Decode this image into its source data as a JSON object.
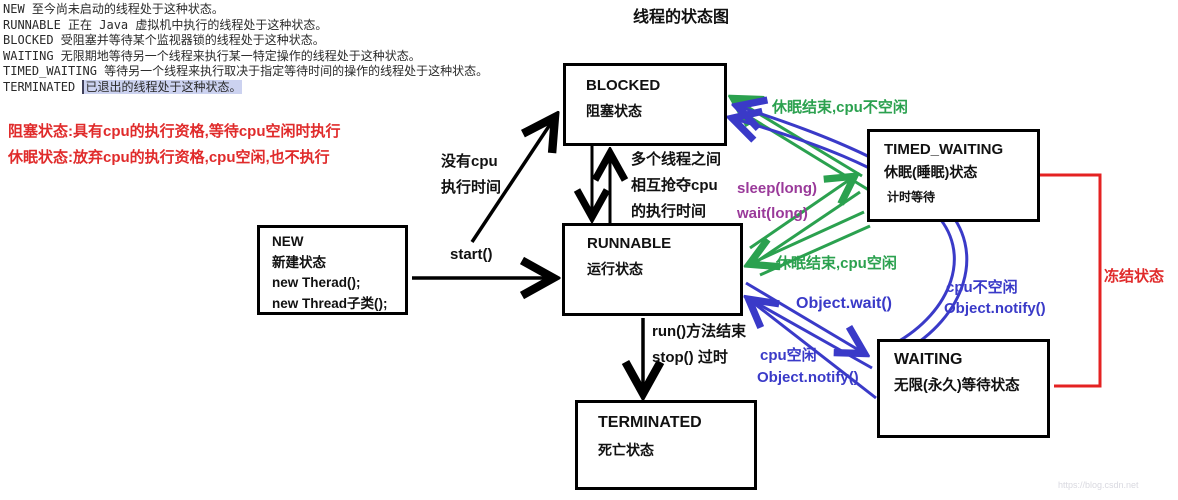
{
  "title": "线程的状态图",
  "legend": {
    "lines": [
      "NEW 至今尚未启动的线程处于这种状态。",
      "RUNNABLE 正在 Java 虚拟机中执行的线程处于这种状态。",
      "BLOCKED 受阻塞并等待某个监视器锁的线程处于这种状态。",
      "WAITING 无限期地等待另一个线程来执行某一特定操作的线程处于这种状态。",
      "TIMED_WAITING 等待另一个线程来执行取决于指定等待时间的操作的线程处于这种状态。"
    ],
    "terminated_term": "TERMINATED ",
    "terminated_highlight": "已退出的线程处于这种状态。"
  },
  "notes": {
    "blocked_note": "阻塞状态:具有cpu的执行资格,等待cpu空闲时执行",
    "sleep_note": "休眠状态:放弃cpu的执行资格,cpu空闲,也不执行"
  },
  "nodes": {
    "blocked": {
      "name": "BLOCKED",
      "label": "阻塞状态"
    },
    "timed_waiting": {
      "name": "TIMED_WAITING",
      "label": "休眠(睡眠)状态",
      "sub": "计时等待"
    },
    "new": {
      "name": "NEW",
      "label": "新建状态",
      "code1": "new Therad();",
      "code2": "new Thread子类();"
    },
    "runnable": {
      "name": "RUNNABLE",
      "label": "运行状态"
    },
    "waiting": {
      "name": "WAITING",
      "label": "无限(永久)等待状态"
    },
    "terminated": {
      "name": "TERMINATED",
      "label": "死亡状态"
    }
  },
  "edge_labels": {
    "start": "start()",
    "no_cpu_line1": "没有cpu",
    "no_cpu_line2": "执行时间",
    "contend_line1": "多个线程之间",
    "contend_line2": "相互抢夺cpu",
    "contend_line3": "的执行时间",
    "sleep_end_busy": "休眠结束,cpu不空闲",
    "sleep_long": "sleep(long)",
    "wait_long": "wait(long)",
    "sleep_end_idle": "休眠结束,cpu空闲",
    "object_wait": "Object.wait()",
    "cpu_busy": "cpu不空闲",
    "notify_busy": "Object.notify()",
    "cpu_idle": "cpu空闲",
    "notify_idle": "Object.notify()",
    "run_end": "run()方法结束",
    "stop_deprecated": "stop() 过时",
    "frozen": "冻结状态"
  },
  "watermark": "https://blog.csdn.net",
  "colors": {
    "black": "#000000",
    "green": "#2ba14f",
    "blue": "#3a3ac8",
    "purple": "#9a3a9a",
    "red_text": "#e02b2b",
    "red_line": "#e42222",
    "legend_highlight": "#ccd2f0"
  }
}
